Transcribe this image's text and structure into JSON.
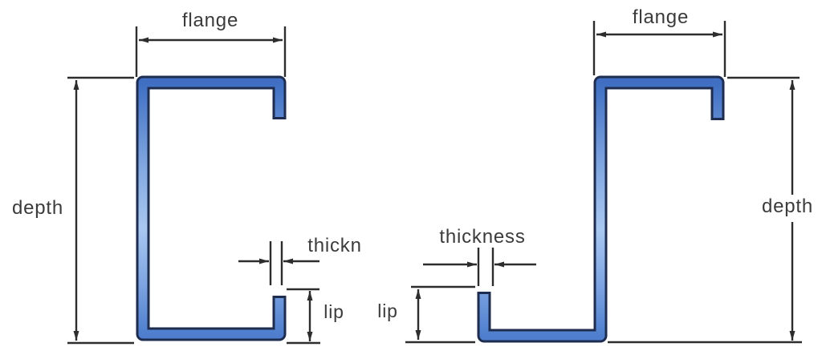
{
  "colors": {
    "profile_outline": "#1e2d4f",
    "profile_fill_dark": "#3f6ec2",
    "profile_fill_light": "#a9c8f1",
    "dimension_line": "#2d2d2d",
    "label_text": "#3b3b3b",
    "background": "#ffffff"
  },
  "left_diagram": {
    "labels": {
      "flange": "flange",
      "depth": "depth",
      "thickness": "thickn",
      "lip": "lip"
    }
  },
  "right_diagram": {
    "labels": {
      "flange": "flange",
      "depth": "depth",
      "thickness": "thickness",
      "lip": "lip"
    }
  }
}
